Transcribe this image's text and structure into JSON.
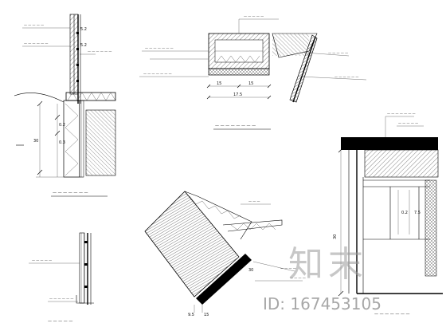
{
  "detail_1": {
    "dimensions": {
      "d1": "5.2",
      "d2": "5.2",
      "d3": "0.2",
      "d4": "0.3",
      "d5": "30"
    },
    "annotations": {
      "a1": "— — — — —",
      "a2": "— — — — — —",
      "a3": "— — — — — —"
    },
    "title": "— — — — —  — —"
  },
  "detail_2": {
    "dimensions": {
      "d1": "15",
      "d2": "15",
      "d3": "17.5"
    },
    "annotations": {
      "a1": "— — — — —",
      "a2": "— — — — — — —",
      "a3": "— — — — — — —",
      "a4": "— — — — —",
      "a5": "— — — — — —"
    },
    "title": "— — — — — — — —"
  },
  "detail_3": {
    "dimensions": {
      "d1": "30",
      "d2": "0.2",
      "d3": "7.5"
    },
    "annotations": {
      "a1": "— — — — — — —",
      "a2": "— — — — —"
    },
    "title": "— — — — — — —"
  },
  "detail_4": {
    "annotations": {
      "a1": "— — — — —",
      "a2": "— — — — — —"
    },
    "title": "— — — — —"
  },
  "detail_5": {
    "dimensions": {
      "d1": "9.5",
      "d2": "15",
      "d3": "30"
    },
    "annotations": {
      "a1": "— — —",
      "a2": "— — — —",
      "a3": "— — — —"
    }
  },
  "watermark": {
    "brand": "知末",
    "id_text": "ID: 167453105"
  },
  "colors": {
    "line": "#000000",
    "hatch": "#333333",
    "watermark": "#9a9a9a"
  }
}
